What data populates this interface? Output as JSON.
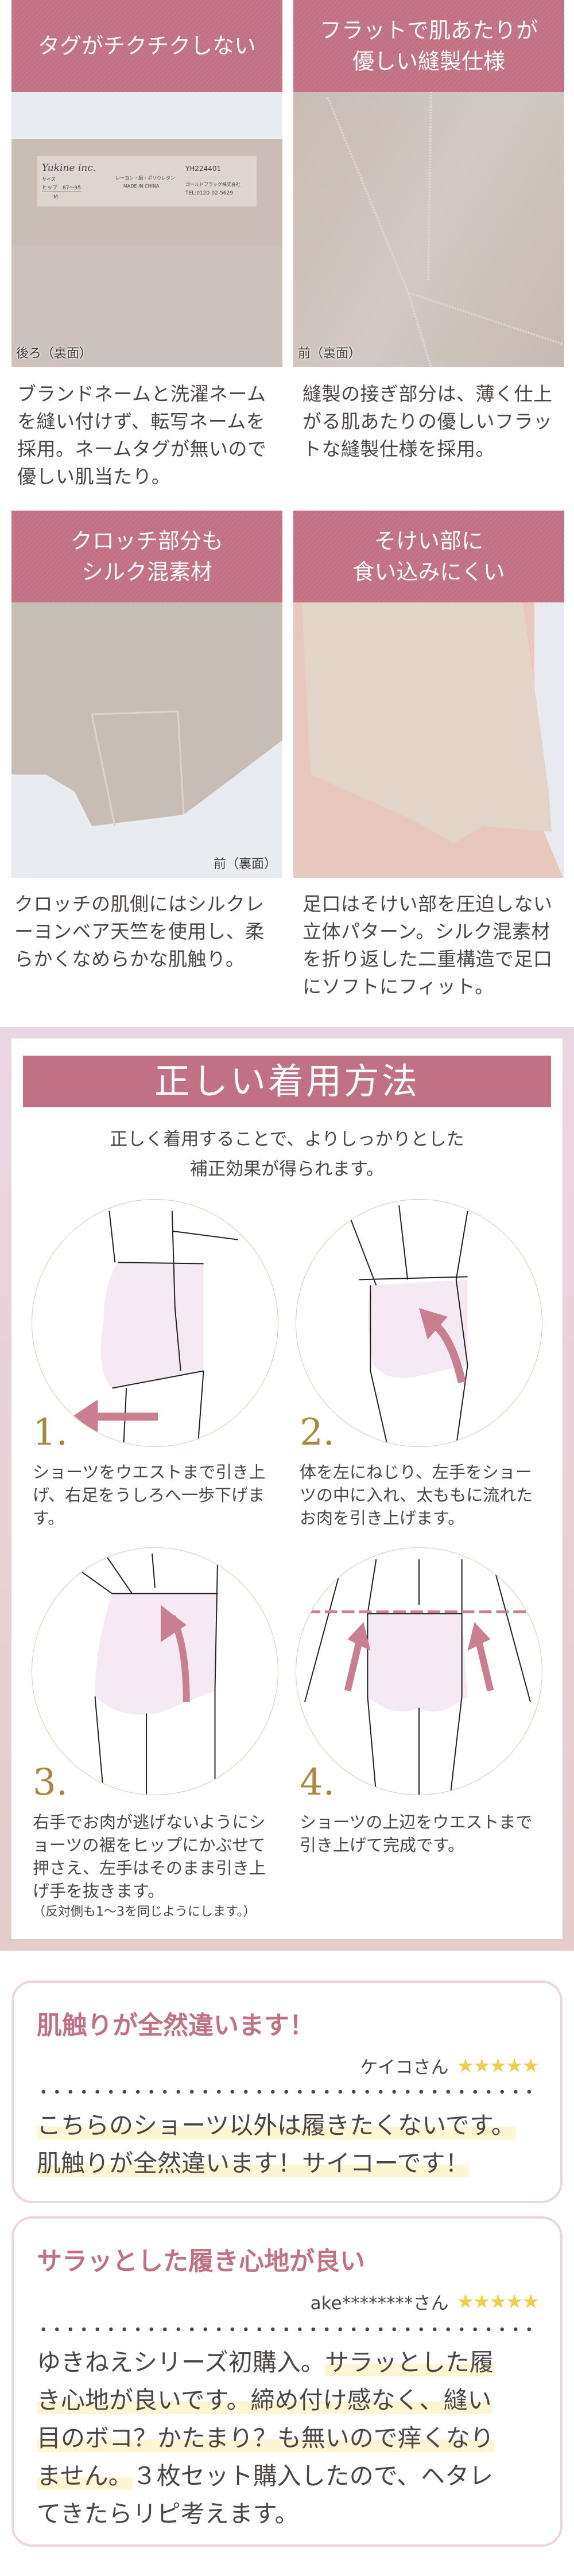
{
  "features": [
    {
      "title": "タグがチクチクしない",
      "photo_label": "後ろ（裏面）",
      "caption": "ブランドネームと洗濯ネームを縫い付けず、転写ネームを採用。ネームタグが無いので優しい肌当たり。"
    },
    {
      "title": "フラットで肌あたりが\n優しい縫製仕様",
      "photo_label": "前（裏面）",
      "caption": "縫製の接ぎ部分は、薄く仕上がる肌あたりの優しいフラットな縫製仕様を採用。"
    },
    {
      "title": "クロッチ部分も\nシルク混素材",
      "photo_label": "前（裏面）",
      "caption": "クロッチの肌側にはシルクレーヨンベア天竺を使用し、柔らかくなめらかな肌触り。"
    },
    {
      "title": "そけい部に\n食い込みにくい",
      "photo_label": "",
      "caption": "足口はそけい部を圧迫しない立体パターン。シルク混素材を折り返した二重構造で足口にソフトにフィット。"
    }
  ],
  "care_tag": {
    "brand": "Yukine inc.",
    "code": "YH224401",
    "size_label": "サイズ",
    "size_hip": "ヒップ　87〜95",
    "size": "M",
    "material": "レーヨン・絹・ポリウレタン",
    "origin": "MADE IN CHINA",
    "company": "ゴールドフラッグ株式会社",
    "tel": "TEL:0120-02-5629"
  },
  "howto": {
    "title": "正しい着用方法",
    "subtitle": "正しく着用することで、よりしっかりとした\n補正効果が得られます。",
    "steps": [
      {
        "number": "1.",
        "text": "ショーツをウエストまで引き上げ、右足をうしろへ一歩下げます。"
      },
      {
        "number": "2.",
        "text": "体を左にねじり、左手をショーツの中に入れ、太ももに流れたお肉を引き上げます。"
      },
      {
        "number": "3.",
        "text": "右手でお肉が逃げないようにショーツの裾をヒップにかぶせて押さえ、左手はそのまま引き上げ手を抜きます。",
        "note": "（反対側も1〜3を同じようにします。）"
      },
      {
        "number": "4.",
        "text": "ショーツの上辺をウエストまで引き上げて完成です。"
      }
    ]
  },
  "reviews": [
    {
      "title": "肌触りが全然違います！",
      "reviewer": "ケイコさん",
      "stars": "★★★★★",
      "rating": 5,
      "lines": [
        [
          {
            "t": "こちらのショーツ以外は履きたくないです。",
            "hl": true
          }
        ],
        [
          {
            "t": "肌触りが全然違います！サイコーです！",
            "hl": true
          }
        ]
      ]
    },
    {
      "title": "サラッとした履き心地が良い",
      "reviewer": "ake********さん",
      "stars": "★★★★★",
      "rating": 5,
      "lines": [
        [
          {
            "t": "ゆきねえシリーズ初購入。",
            "hl": false
          },
          {
            "t": "サラッとした履",
            "hl": true
          }
        ],
        [
          {
            "t": "き心地が良いです。締め付け感なく、縫い",
            "hl": true
          }
        ],
        [
          {
            "t": "目のボコ？かたまり？も無いので痒くなり",
            "hl": true
          }
        ],
        [
          {
            "t": "ません。",
            "hl": true
          },
          {
            "t": "３枚セット購入したので、ヘタレ",
            "hl": false
          }
        ],
        [
          {
            "t": "てきたらリピ考えます。",
            "hl": false
          }
        ]
      ]
    }
  ],
  "colors": {
    "accent": "#c27083",
    "gold": "#a8873e",
    "star": "#ecd04a",
    "highlight": "#fdf6d3",
    "text": "#4b4646"
  }
}
